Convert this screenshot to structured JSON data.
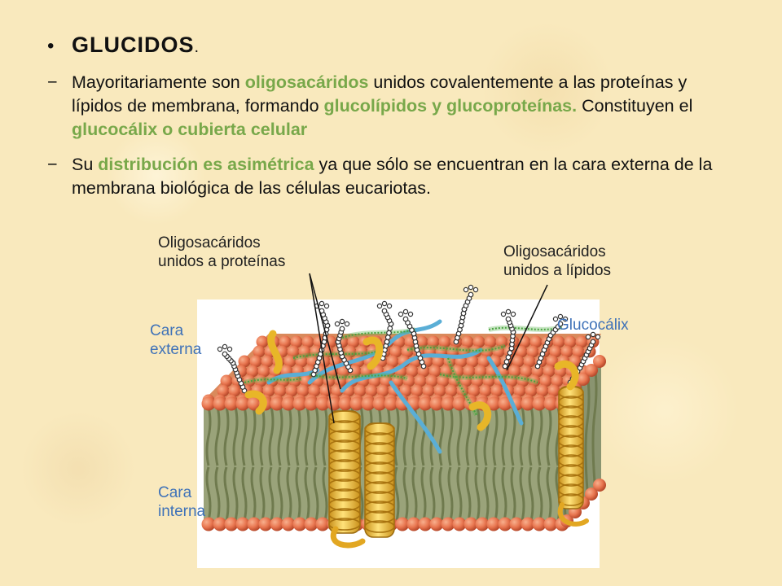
{
  "bullet": "•",
  "title": "GLUCIDOS",
  "title_suffix": ".",
  "dash": "−",
  "paragraph1": {
    "t1": "Mayoritariamente son ",
    "h1": "oligosacáridos",
    "t2": " unidos covalentemente a las proteínas y lípidos de membrana, formando ",
    "h2": "glucolípidos y glucoproteínas.",
    "t3": " Constituyen el ",
    "h3": "glucocálix o cubierta celular"
  },
  "paragraph2": {
    "t1": "Su ",
    "h1": "distribución es asimétrica",
    "t2": " ya que sólo se encuentran en la cara externa de la membrana biológica de las células eucariotas."
  },
  "figure": {
    "label_oligo_proteins": [
      "Oligosacáridos",
      "unidos a proteínas"
    ],
    "label_oligo_lipids": [
      "Oligosacáridos",
      "unidos a lípidos"
    ],
    "label_outer": [
      "Cara",
      "externa"
    ],
    "label_glycocalyx": "Glucocálix",
    "label_inner": [
      "Cara",
      "interna"
    ],
    "colors": {
      "highlight_green": "#78a84a",
      "label_blue": "#3f72b8",
      "lipid_head": "#e8754f",
      "protein": "#f2c12e",
      "carbohydrate_blue": "#5aaed6",
      "carbohydrate_green": "#3f9a3a"
    }
  }
}
